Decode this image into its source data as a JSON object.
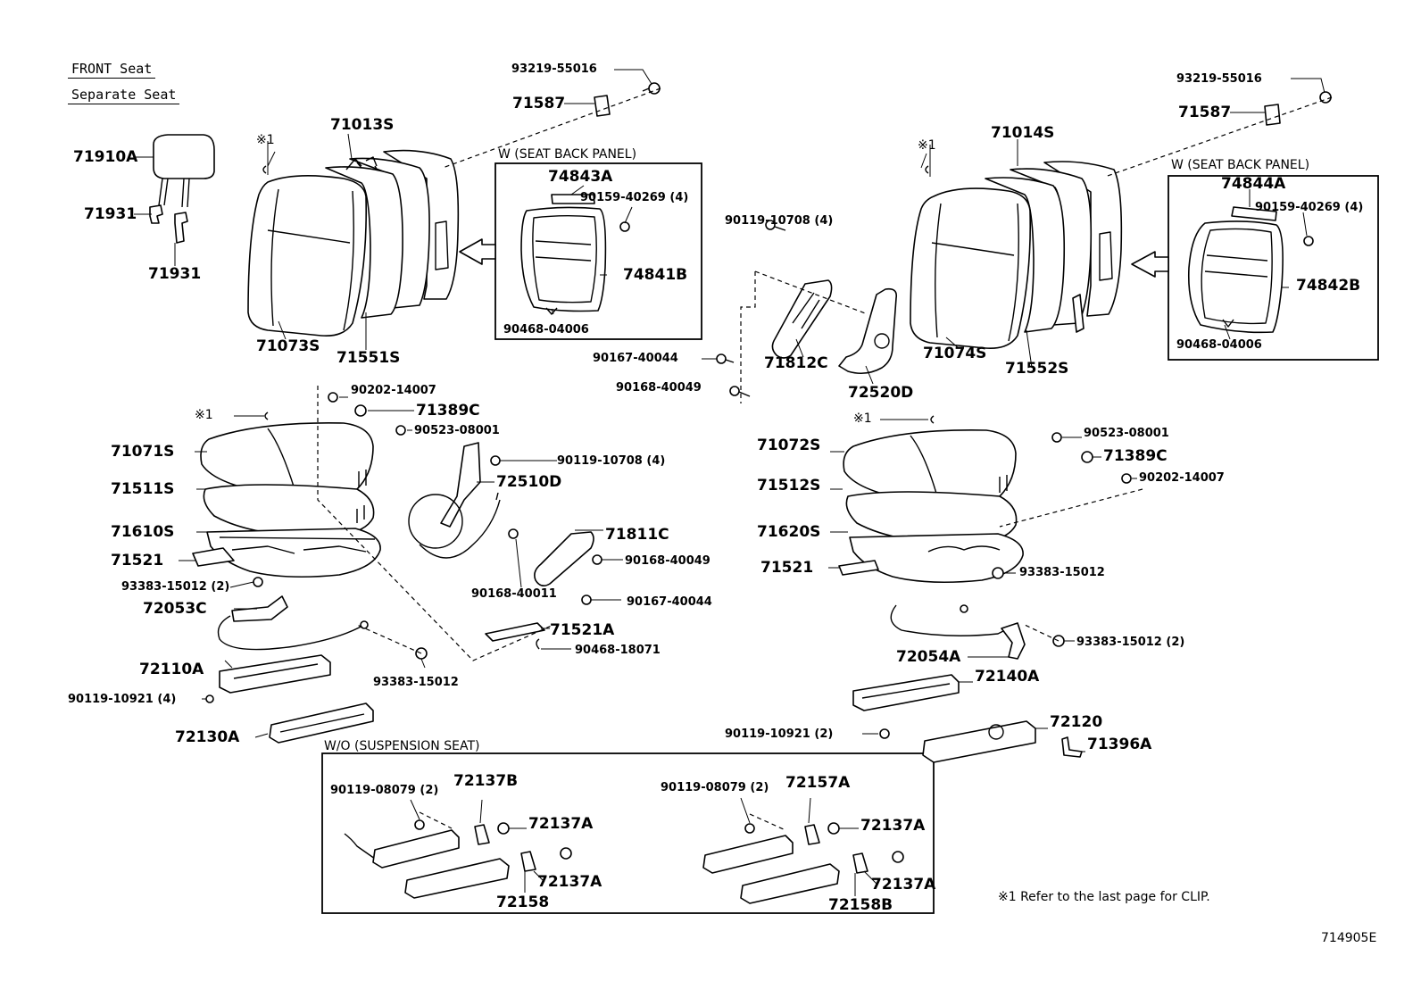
{
  "header": {
    "title_line1": "FRONT Seat",
    "title_line2": "Separate Seat"
  },
  "boxes": {
    "seat_back_panel_left": "W (SEAT BACK PANEL)",
    "seat_back_panel_right": "W (SEAT BACK PANEL)",
    "suspension": "W/O (SUSPENSION SEAT)"
  },
  "clip_marks": {
    "back_left": "※1",
    "back_right": "※1",
    "cushion_left": "※1",
    "cushion_right": "※1"
  },
  "parts": {
    "p_93219_55016_l": "93219-55016",
    "p_71587_l": "71587",
    "p_71013S": "71013S",
    "p_71910A": "71910A",
    "p_71931_a": "71931",
    "p_71931_b": "71931",
    "p_71073S": "71073S",
    "p_71551S": "71551S",
    "p_74843A": "74843A",
    "p_90159_40269_l": "90159-40269 (4)",
    "p_74841B": "74841B",
    "p_90468_04006_l": "90468-04006",
    "p_93219_55016_r": "93219-55016",
    "p_71587_r": "71587",
    "p_71014S": "71014S",
    "p_74844A": "74844A",
    "p_90159_40269_r": "90159-40269 (4)",
    "p_74842B": "74842B",
    "p_90468_04006_r": "90468-04006",
    "p_71074S": "71074S",
    "p_71552S": "71552S",
    "p_90119_10708_top": "90119-10708 (4)",
    "p_90167_40044_top": "90167-40044",
    "p_90168_40049_top": "90168-40049",
    "p_71812C": "71812C",
    "p_72520D": "72520D",
    "p_90202_14007_l": "90202-14007",
    "p_71389C_l": "71389C",
    "p_90523_08001_l": "90523-08001",
    "p_71071S": "71071S",
    "p_71511S": "71511S",
    "p_71610S": "71610S",
    "p_71521_l": "71521",
    "p_93383_15012_2_l": "93383-15012 (2)",
    "p_72053C": "72053C",
    "p_72110A": "72110A",
    "p_90119_10921_4": "90119-10921 (4)",
    "p_72130A": "72130A",
    "p_93383_15012_l": "93383-15012",
    "p_90119_10708_mid": "90119-10708 (4)",
    "p_72510D": "72510D",
    "p_71811C": "71811C",
    "p_90168_40049_mid": "90168-40049",
    "p_90168_40011": "90168-40011",
    "p_90167_40044_mid": "90167-40044",
    "p_71521A": "71521A",
    "p_90468_18071": "90468-18071",
    "p_90523_08001_r": "90523-08001",
    "p_71389C_r": "71389C",
    "p_90202_14007_r": "90202-14007",
    "p_71072S": "71072S",
    "p_71512S": "71512S",
    "p_71620S": "71620S",
    "p_71521_r": "71521",
    "p_93383_15012_r": "93383-15012",
    "p_93383_15012_2_r": "93383-15012 (2)",
    "p_72054A": "72054A",
    "p_72140A": "72140A",
    "p_90119_10921_2": "90119-10921 (2)",
    "p_72120": "72120",
    "p_71396A": "71396A",
    "p_90119_08079_l": "90119-08079 (2)",
    "p_72137B": "72137B",
    "p_72137A_1": "72137A",
    "p_72137A_2": "72137A",
    "p_72158": "72158",
    "p_90119_08079_r": "90119-08079 (2)",
    "p_72157A": "72157A",
    "p_72137A_3": "72137A",
    "p_72137A_4": "72137A",
    "p_72158B": "72158B"
  },
  "footnote": "※1  Refer to the last page for CLIP.",
  "figure_id": "714905E"
}
